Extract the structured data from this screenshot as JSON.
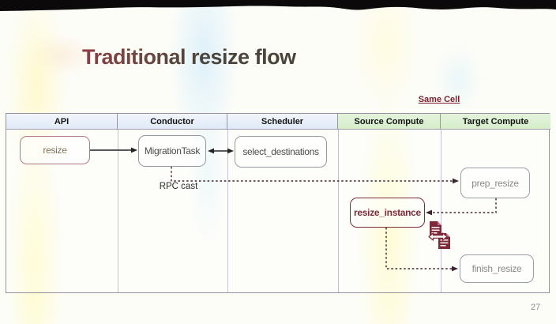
{
  "slide": {
    "title": "Traditional resize flow",
    "page_number": "27"
  },
  "diagram": {
    "annotation": "Same Cell",
    "annotation_scope": [
      "Source Compute",
      "Target Compute"
    ],
    "columns": [
      {
        "label": "API",
        "group": "cell-local"
      },
      {
        "label": "Conductor",
        "group": "cell-local"
      },
      {
        "label": "Scheduler",
        "group": "cell-local"
      },
      {
        "label": "Source Compute",
        "group": "same-cell"
      },
      {
        "label": "Target Compute",
        "group": "same-cell"
      }
    ],
    "nodes": [
      {
        "id": "resize",
        "label": "resize",
        "column": "API"
      },
      {
        "id": "migration-task",
        "label": "MigrationTask",
        "column": "Conductor"
      },
      {
        "id": "select-destinations",
        "label": "select_destinations",
        "column": "Scheduler"
      },
      {
        "id": "prep-resize",
        "label": "prep_resize",
        "column": "Target Compute"
      },
      {
        "id": "resize-instance",
        "label": "resize_instance",
        "column": "Source Compute"
      },
      {
        "id": "finish-resize",
        "label": "finish_resize",
        "column": "Target Compute"
      }
    ],
    "edges": [
      {
        "from": "resize",
        "to": "MigrationTask",
        "style": "solid-arrow",
        "label": ""
      },
      {
        "from": "MigrationTask",
        "to": "select_destinations",
        "style": "solid-double-arrow",
        "label": ""
      },
      {
        "from": "MigrationTask",
        "to": "prep_resize",
        "style": "dotted-arrow",
        "label": "RPC cast"
      },
      {
        "from": "prep_resize",
        "to": "resize_instance",
        "style": "dotted-arrow",
        "label": ""
      },
      {
        "from": "resize_instance",
        "to": "finish_resize",
        "style": "dotted-arrow",
        "label": ""
      }
    ],
    "icons": [
      {
        "name": "file-transfer-icon",
        "meaning": "data copied between source and target compute"
      }
    ],
    "colors": {
      "annotation_maroon": "#7b1f2e",
      "node_maroon": "#7c2b3a",
      "header_blue": "#e0eaf7",
      "header_green": "#d6edca",
      "dotted_line": "#3c2430",
      "solid_line": "#232323"
    }
  }
}
